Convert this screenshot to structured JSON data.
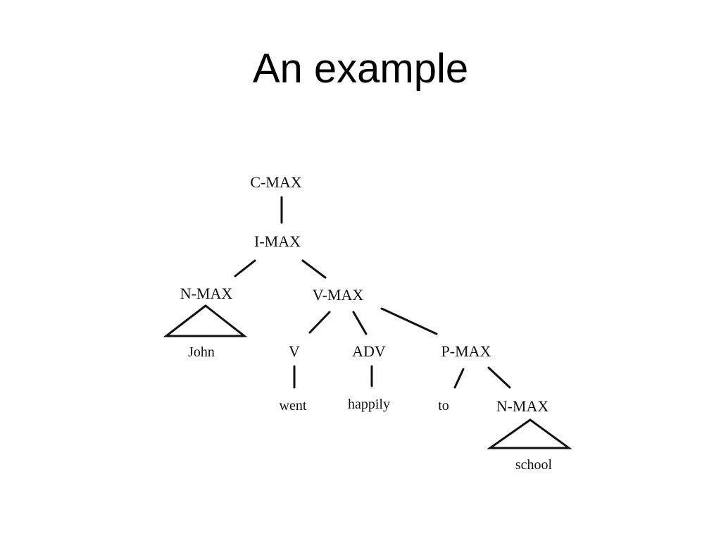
{
  "title": "An example",
  "tree": {
    "nodes": {
      "c_max": "C-MAX",
      "i_max": "I-MAX",
      "n_max_subj": "N-MAX",
      "v_max": "V-MAX",
      "v": "V",
      "adv": "ADV",
      "p_max": "P-MAX",
      "n_max_obj": "N-MAX"
    },
    "leaves": {
      "john": "John",
      "went": "went",
      "happily": "happily",
      "to": "to",
      "school": "school"
    }
  }
}
